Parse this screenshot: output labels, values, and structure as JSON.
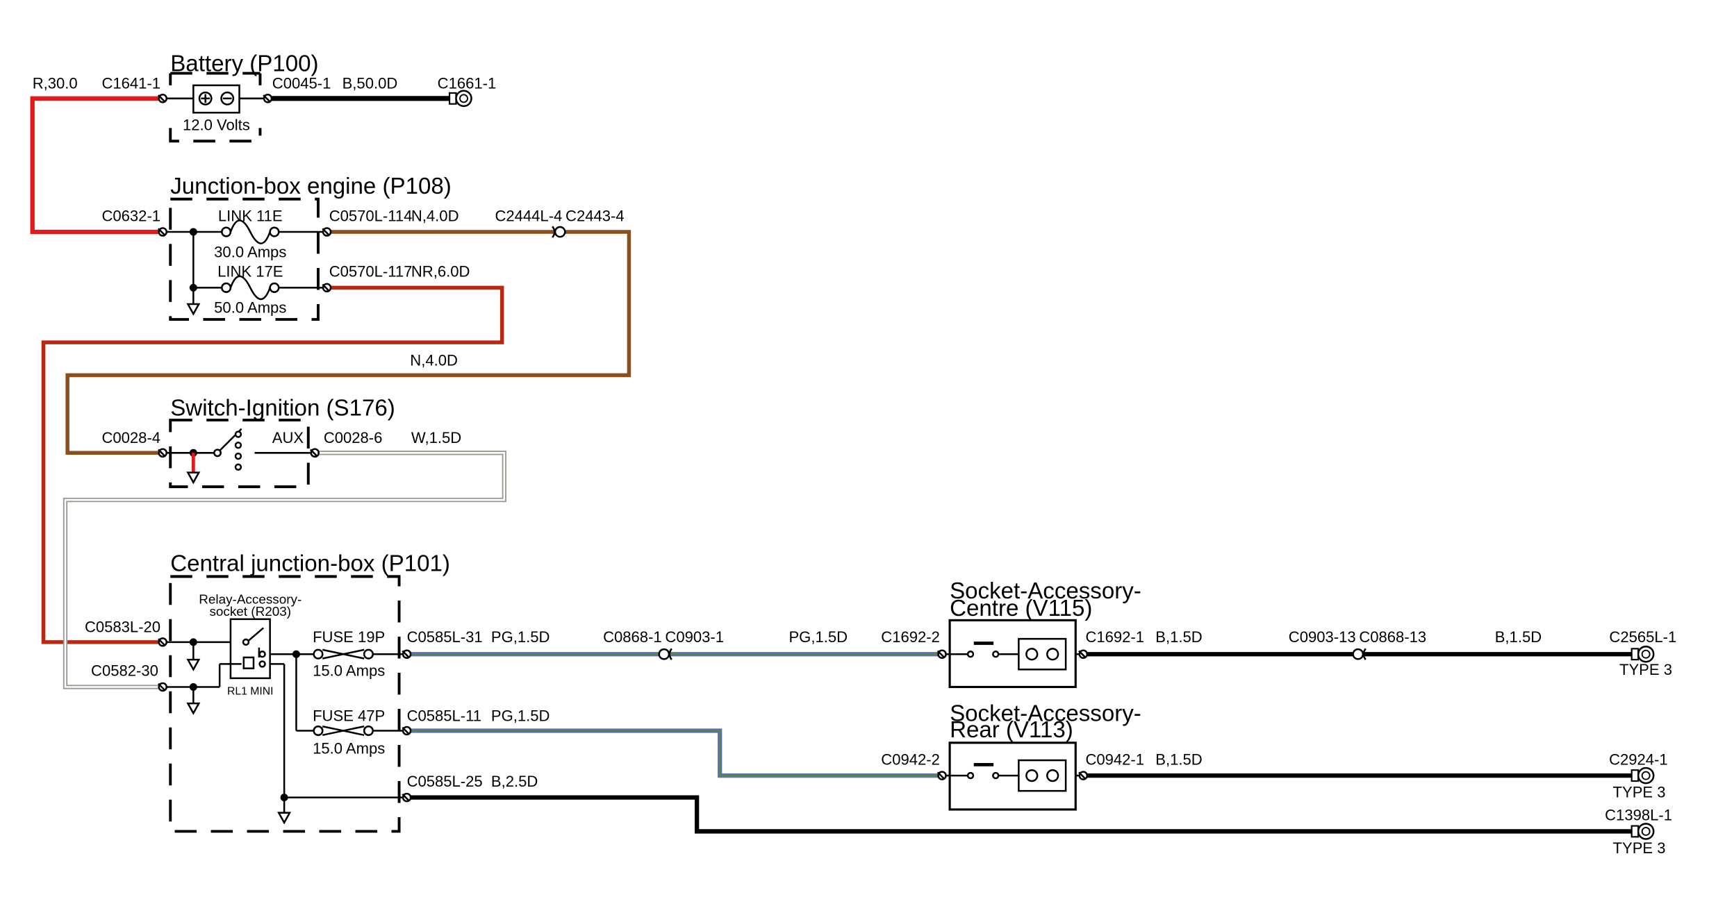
{
  "colors": {
    "red": "#e01b1b",
    "brown": "#8b4f1c",
    "nr": "#b52a10",
    "black": "#000000",
    "pg_green": "#4e8a4e",
    "pg_blue": "#6070a8",
    "white_wire": "#a6a69a"
  },
  "components": {
    "battery": {
      "title": "Battery (P100)",
      "volts": "12.0 Volts"
    },
    "junction_engine": {
      "title": "Junction-box engine (P108)",
      "link1": "LINK 11E",
      "link1_amps": "30.0 Amps",
      "link2": "LINK 17E",
      "link2_amps": "50.0 Amps"
    },
    "ignition": {
      "title": "Switch-Ignition (S176)",
      "aux": "AUX"
    },
    "central": {
      "title": "Central junction-box (P101)",
      "relay_line1": "Relay-Accessory-",
      "relay_line2": "socket (R203)",
      "relay_type": "RL1 MINI",
      "fuse1": "FUSE 19P",
      "fuse1_amps": "15.0 Amps",
      "fuse2": "FUSE 47P",
      "fuse2_amps": "15.0 Amps"
    },
    "socket_centre": {
      "title_line1": "Socket-Accessory-",
      "title_line2": "Centre (V115)"
    },
    "socket_rear": {
      "title_line1": "Socket-Accessory-",
      "title_line2": "Rear (V113)"
    }
  },
  "wires": {
    "r300": "R,30.0",
    "b500": "B,50.0D",
    "n40_a": "N,4.0D",
    "nr60": "NR,6.0D",
    "n40_b": "N,4.0D",
    "w15": "W,1.5D",
    "pg15_a": "PG,1.5D",
    "pg15_b": "PG,1.5D",
    "b15_a": "B,1.5D",
    "b15_b": "B,1.5D",
    "pg15_c": "PG,1.5D",
    "b15_c": "B,1.5D",
    "b25": "B,2.5D"
  },
  "connectors": {
    "c1641_1": "C1641-1",
    "c0045_1": "C0045-1",
    "c1661_1": "C1661-1",
    "c0632_1": "C0632-1",
    "c0570l_114": "C0570L-114",
    "c2444l_4": "C2444L-4",
    "c2443_4": "C2443-4",
    "c0570l_117": "C0570L-117",
    "c0028_4": "C0028-4",
    "c0028_6": "C0028-6",
    "c0583l_20": "C0583L-20",
    "c0582_30": "C0582-30",
    "c0585l_31": "C0585L-31",
    "c0868_1": "C0868-1",
    "c0903_1": "C0903-1",
    "c1692_2": "C1692-2",
    "c1692_1": "C1692-1",
    "c0903_13": "C0903-13",
    "c0868_13": "C0868-13",
    "c2565l_1": "C2565L-1",
    "c0585l_11": "C0585L-11",
    "c0942_2": "C0942-2",
    "c0942_1": "C0942-1",
    "c2924_1": "C2924-1",
    "c0585l_25": "C0585L-25",
    "c1398l_1": "C1398L-1"
  },
  "grounds": {
    "type_a": "TYPE 3",
    "type_b": "TYPE 3",
    "type_c": "TYPE 3"
  }
}
